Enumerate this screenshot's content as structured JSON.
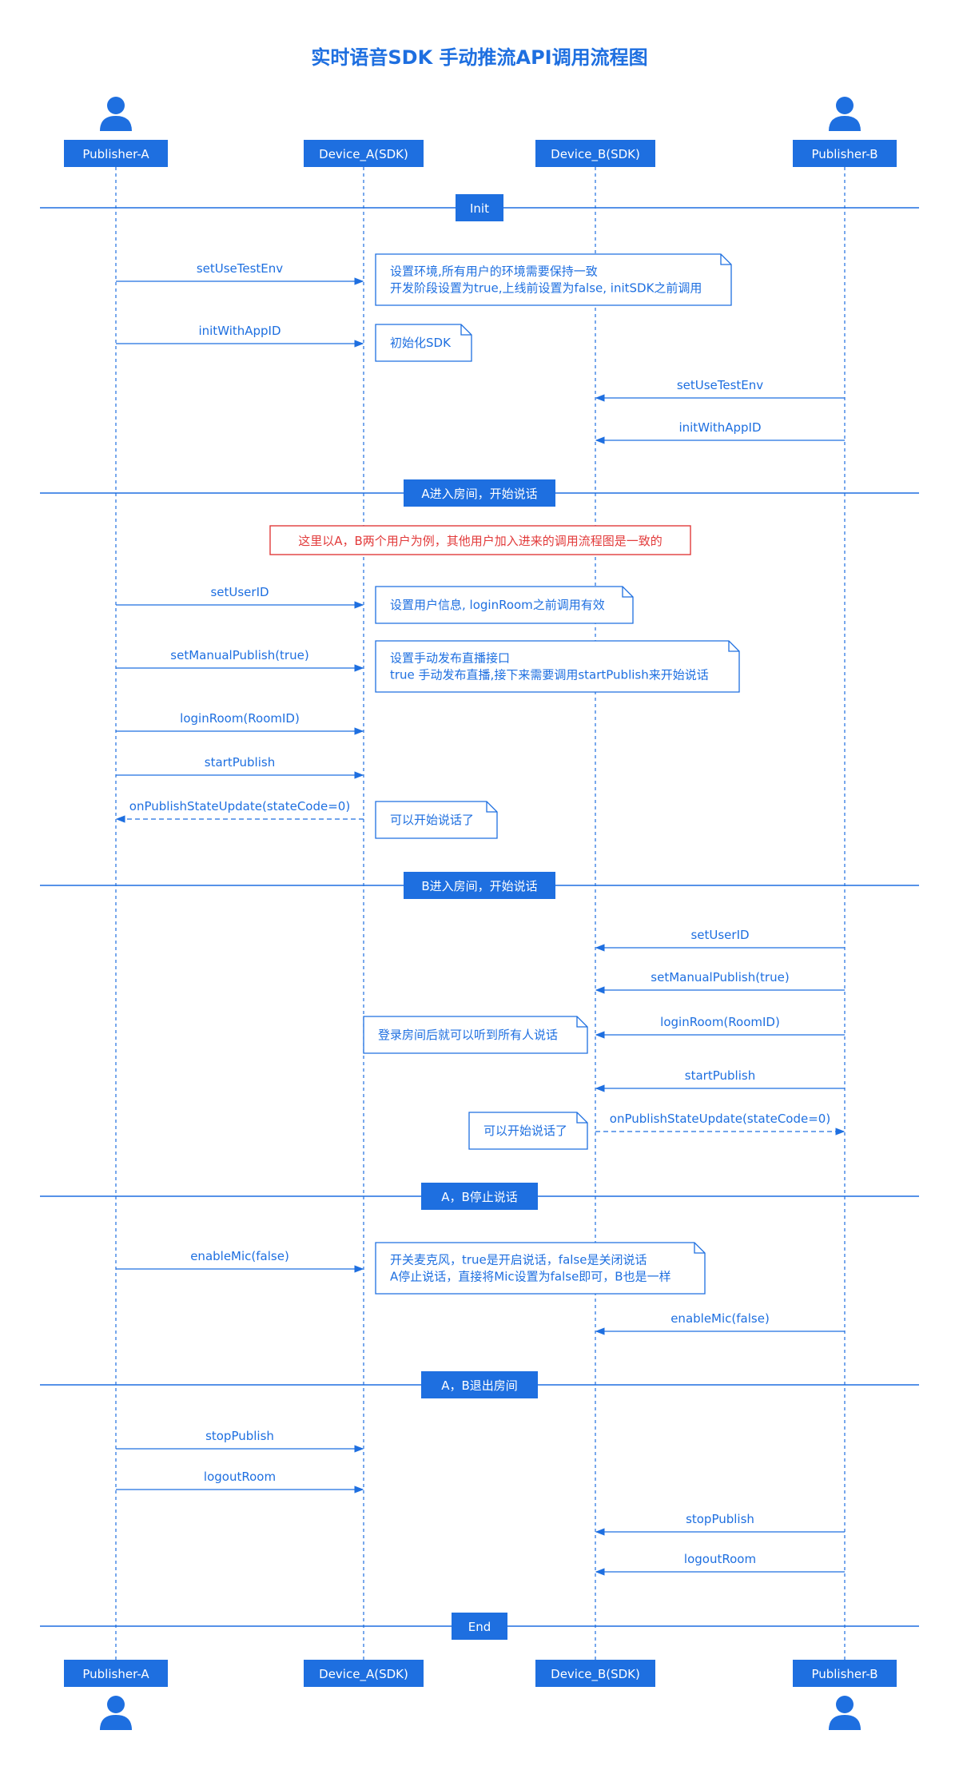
{
  "title": "实时语音SDK 手动推流API调用流程图",
  "colors": {
    "primary": "#1e6fe0",
    "alert": "#e23b3b",
    "background": "#ffffff"
  },
  "participants": [
    {
      "id": "pa",
      "label": "Publisher-A",
      "icon": "person-icon"
    },
    {
      "id": "da",
      "label": "Device_A(SDK)"
    },
    {
      "id": "db",
      "label": "Device_B(SDK)"
    },
    {
      "id": "pb",
      "label": "Publisher-B",
      "icon": "person-icon"
    }
  ],
  "sections": [
    {
      "label": "Init"
    },
    {
      "label": "A进入房间，开始说话"
    },
    {
      "label": "B进入房间，开始说话"
    },
    {
      "label": "A，B停止说话"
    },
    {
      "label": "A，B退出房间"
    },
    {
      "label": "End"
    }
  ],
  "messages": [
    {
      "label": "setUseTestEnv",
      "from": "pa",
      "to": "da"
    },
    {
      "label": "initWithAppID",
      "from": "pa",
      "to": "da"
    },
    {
      "label": "setUseTestEnv",
      "from": "pb",
      "to": "db"
    },
    {
      "label": "initWithAppID",
      "from": "pb",
      "to": "db"
    },
    {
      "label": "setUserID",
      "from": "pa",
      "to": "da"
    },
    {
      "label": "setManualPublish(true)",
      "from": "pa",
      "to": "da"
    },
    {
      "label": "loginRoom(RoomID)",
      "from": "pa",
      "to": "da"
    },
    {
      "label": "startPublish",
      "from": "pa",
      "to": "da"
    },
    {
      "label": "onPublishStateUpdate(stateCode=0)",
      "from": "da",
      "to": "pa",
      "style": "dashed"
    },
    {
      "label": "setUserID",
      "from": "pb",
      "to": "db"
    },
    {
      "label": "setManualPublish(true)",
      "from": "pb",
      "to": "db"
    },
    {
      "label": "loginRoom(RoomID)",
      "from": "pb",
      "to": "db"
    },
    {
      "label": "startPublish",
      "from": "pb",
      "to": "db"
    },
    {
      "label": "onPublishStateUpdate(stateCode=0)",
      "from": "db",
      "to": "pb",
      "style": "dashed"
    },
    {
      "label": "enableMic(false)",
      "from": "pa",
      "to": "da"
    },
    {
      "label": "enableMic(false)",
      "from": "pb",
      "to": "db"
    },
    {
      "label": "stopPublish",
      "from": "pa",
      "to": "da"
    },
    {
      "label": "logoutRoom",
      "from": "pa",
      "to": "da"
    },
    {
      "label": "stopPublish",
      "from": "pb",
      "to": "db"
    },
    {
      "label": "logoutRoom",
      "from": "pb",
      "to": "db"
    }
  ],
  "notes": [
    {
      "lines": [
        "设置环境,所有用户的环境需要保持一致",
        "开发阶段设置为true,上线前设置为false, initSDK之前调用"
      ]
    },
    {
      "lines": [
        "初始化SDK"
      ]
    },
    {
      "lines": [
        "设置用户信息, loginRoom之前调用有效"
      ]
    },
    {
      "lines": [
        "设置手动发布直播接口",
        "true 手动发布直播,接下来需要调用startPublish来开始说话"
      ]
    },
    {
      "lines": [
        "可以开始说话了"
      ]
    },
    {
      "lines": [
        "登录房间后就可以听到所有人说话"
      ]
    },
    {
      "lines": [
        "可以开始说话了"
      ]
    },
    {
      "lines": [
        "开关麦克风，true是开启说话，false是关闭说话",
        "A停止说话，直接将Mic设置为false即可，B也是一样"
      ]
    }
  ],
  "callout": {
    "text": "这里以A，B两个用户为例，其他用户加入进来的调用流程图是一致的"
  }
}
